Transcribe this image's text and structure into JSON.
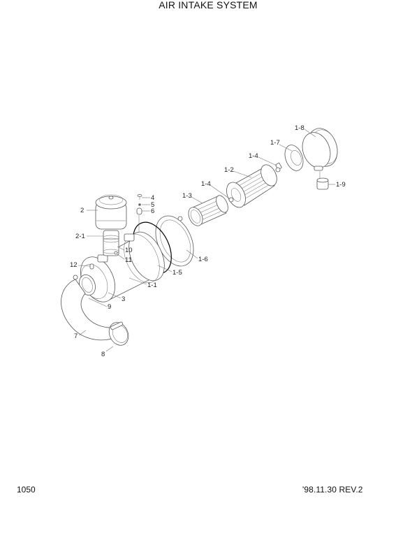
{
  "header": {
    "title": "AIR INTAKE SYSTEM"
  },
  "footer": {
    "page_number": "1050",
    "revision": "'98.11.30  REV.2"
  },
  "callouts": {
    "c1_8": "1-8",
    "c1_7": "1-7",
    "c1_4a": "1-4",
    "c1_2": "1-2",
    "c1_9": "1-9",
    "c1_4b": "1-4",
    "c1_3": "1-3",
    "c4": "4",
    "c5": "5",
    "c6": "6",
    "c2": "2",
    "c2_1": "2-1",
    "c10": "10",
    "c11": "11",
    "c1_6": "1-6",
    "c1_5": "1-5",
    "c12": "12",
    "c1_1": "1-1",
    "c3": "3",
    "c9": "9",
    "c7": "7",
    "c8": "8"
  }
}
